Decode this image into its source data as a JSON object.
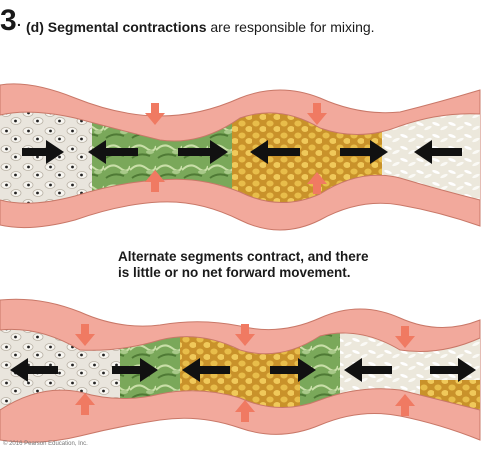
{
  "figure": {
    "number": "3",
    "part_label": "(d)",
    "caption_bold": "Segmental contractions",
    "caption_rest": " are responsible for mixing."
  },
  "middle_text": {
    "line1": "Alternate segments contract, and there",
    "line2": "is little or no net forward movement."
  },
  "credit": "© 2016 Pearson Education, Inc.",
  "colors": {
    "wall": "#f2a99c",
    "wall_edge": "#c97868",
    "force_arrow": "#f07a62",
    "movement_arrow": "#111111",
    "bean": "#e9e5dd",
    "greens": "#7aa85a",
    "corn": "#d9a83a",
    "rice": "#f4f1e8"
  }
}
